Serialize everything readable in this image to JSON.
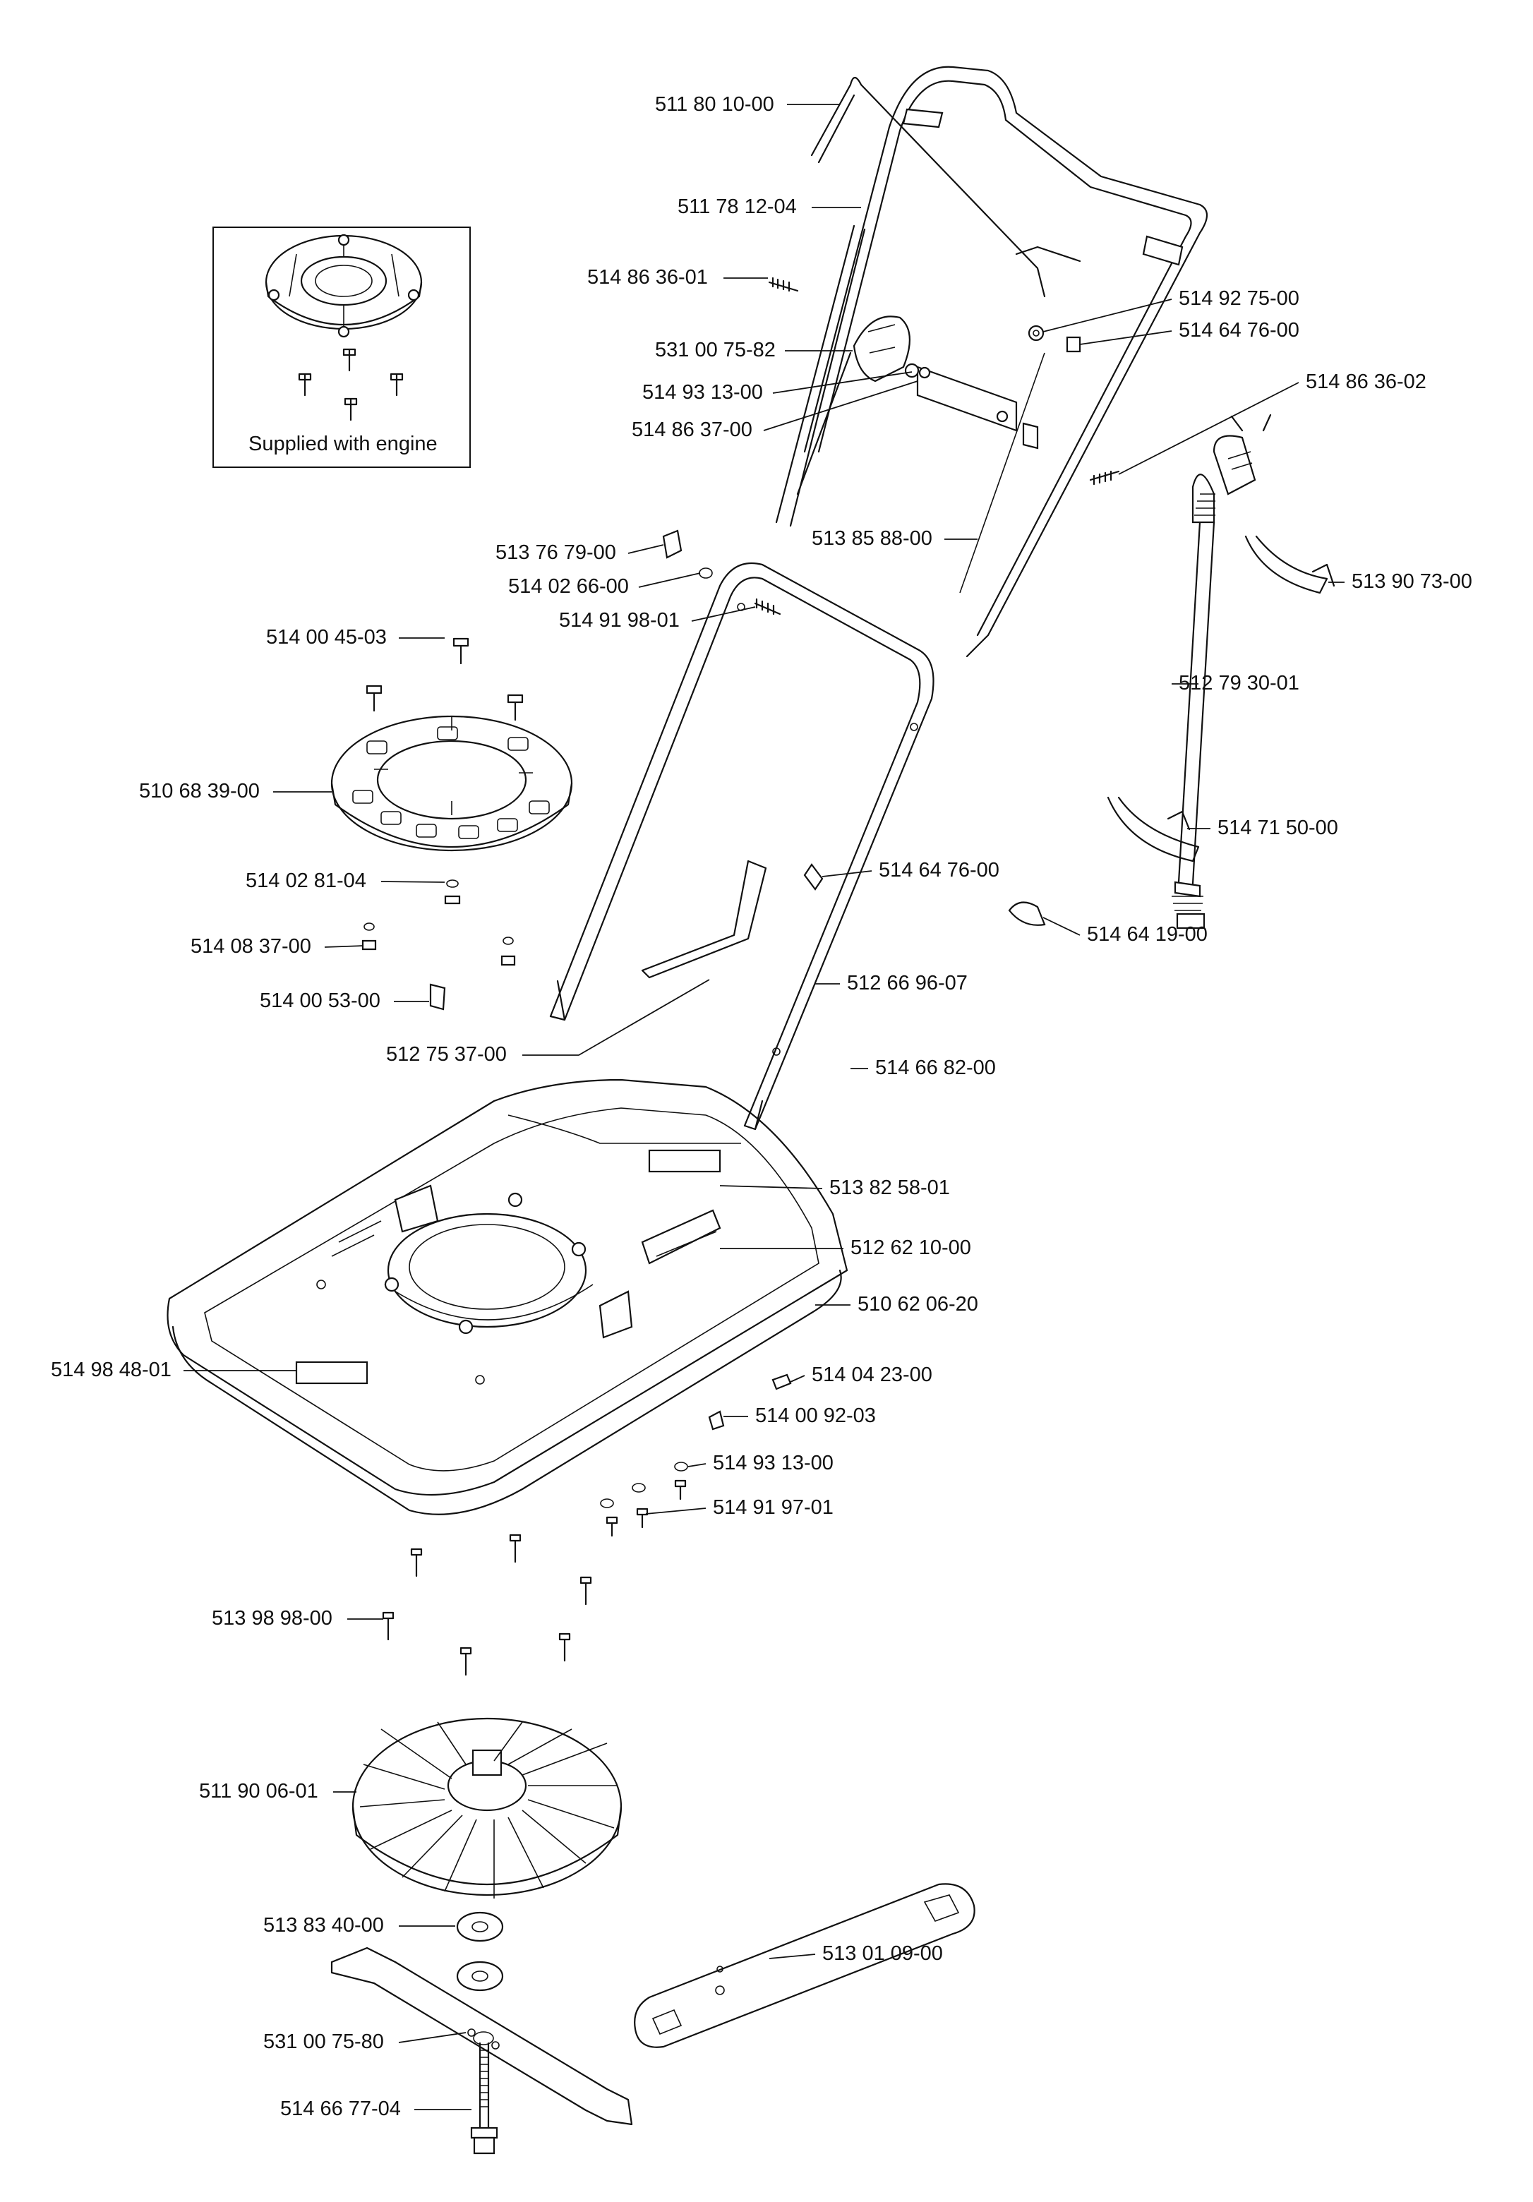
{
  "inset": {
    "caption": "Supplied with engine"
  },
  "parts": [
    {
      "id": "p01",
      "label": "511 80 10-00"
    },
    {
      "id": "p02",
      "label": "511 78 12-04"
    },
    {
      "id": "p03",
      "label": "514 86 36-01"
    },
    {
      "id": "p04",
      "label": "531 00 75-82"
    },
    {
      "id": "p05",
      "label": "514 93 13-00"
    },
    {
      "id": "p06",
      "label": "514 86 37-00"
    },
    {
      "id": "p07",
      "label": "514 92 75-00"
    },
    {
      "id": "p08",
      "label": "514 64 76-00"
    },
    {
      "id": "p09",
      "label": "514 86 36-02"
    },
    {
      "id": "p10",
      "label": "513 85 88-00"
    },
    {
      "id": "p11",
      "label": "513 76 79-00"
    },
    {
      "id": "p12",
      "label": "514 02 66-00"
    },
    {
      "id": "p13",
      "label": "514 91 98-01"
    },
    {
      "id": "p14",
      "label": "513 90 73-00"
    },
    {
      "id": "p15",
      "label": "514 00 45-03"
    },
    {
      "id": "p16",
      "label": "512 79 30-01"
    },
    {
      "id": "p17",
      "label": "510 68 39-00"
    },
    {
      "id": "p18",
      "label": "514 71 50-00"
    },
    {
      "id": "p19",
      "label": "514 64 76-00"
    },
    {
      "id": "p20",
      "label": "514 02 81-04"
    },
    {
      "id": "p21",
      "label": "514 64 19-00"
    },
    {
      "id": "p22",
      "label": "514 08 37-00"
    },
    {
      "id": "p23",
      "label": "512 66 96-07"
    },
    {
      "id": "p24",
      "label": "514 00 53-00"
    },
    {
      "id": "p25",
      "label": "512 75 37-00"
    },
    {
      "id": "p26",
      "label": "514 66 82-00"
    },
    {
      "id": "p27",
      "label": "513 82 58-01"
    },
    {
      "id": "p28",
      "label": "512 62 10-00"
    },
    {
      "id": "p29",
      "label": "510 62 06-20"
    },
    {
      "id": "p30",
      "label": "514 98 48-01"
    },
    {
      "id": "p31",
      "label": "514 04 23-00"
    },
    {
      "id": "p32",
      "label": "514 00 92-03"
    },
    {
      "id": "p33",
      "label": "514 93 13-00"
    },
    {
      "id": "p34",
      "label": "514 91 97-01"
    },
    {
      "id": "p35",
      "label": "513 98 98-00"
    },
    {
      "id": "p36",
      "label": "511 90 06-01"
    },
    {
      "id": "p37",
      "label": "513 83 40-00"
    },
    {
      "id": "p38",
      "label": "513 01 09-00"
    },
    {
      "id": "p39",
      "label": "531 00 75-80"
    },
    {
      "id": "p40",
      "label": "514 66 77-04"
    }
  ]
}
